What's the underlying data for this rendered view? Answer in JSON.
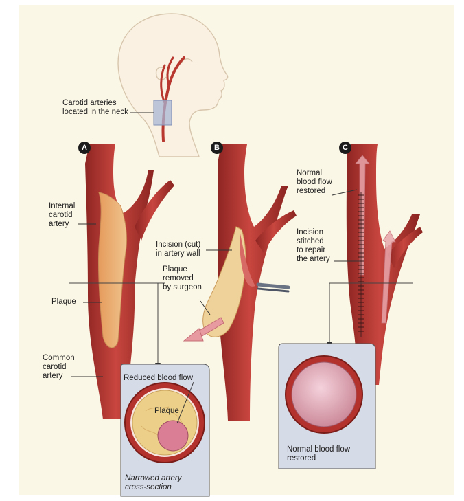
{
  "labels": {
    "carotid_location": "Carotid arteries\nlocated in the neck",
    "internal_carotid": "Internal\ncarotid\nartery",
    "plaque": "Plaque",
    "common_carotid": "Common\ncarotid\nartery",
    "incision": "Incision (cut)\nin artery wall",
    "plaque_removed": "Plaque\nremoved\nby surgeon",
    "normal_flow_restored_c": "Normal\nblood flow\nrestored",
    "incision_stitched": "Incision\nstitched\nto repair\nthe artery",
    "reduced_blood_flow": "Reduced blood flow",
    "plaque_cross_section": "Plaque",
    "narrowed_cross_section": "Narrowed artery\ncross-section",
    "normal_flow_restored_box": "Normal blood flow\nrestored"
  },
  "badges": {
    "a": "A",
    "b": "B",
    "c": "C"
  },
  "colors": {
    "background": "#fbf7e6",
    "artery": "#b83a35",
    "plaque": "#e8b77b",
    "callout_box": "#d6dbe8"
  }
}
